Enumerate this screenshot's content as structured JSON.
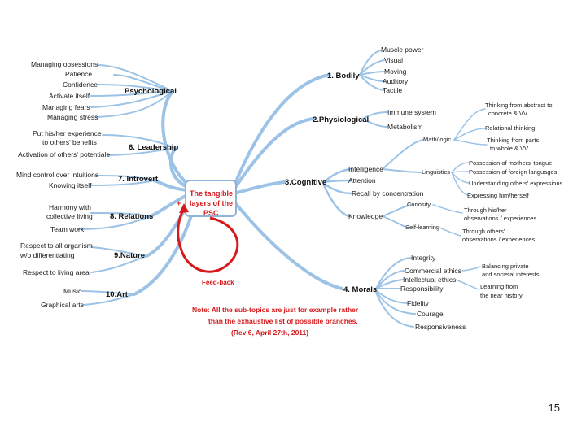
{
  "diagram": {
    "center": {
      "lines": [
        "The tangible",
        "layers of the",
        "PSC"
      ],
      "plus": "+"
    },
    "feedback": "Feed-back",
    "note": [
      "Note: All the sub-topics are just for example rather",
      "than the exhaustive list of possible branches.",
      "(Rev 6, April 27th, 2011)"
    ],
    "left": {
      "psychological": {
        "label": "Psychological",
        "items": [
          "Managing obsessions",
          "Patience",
          "Confidence",
          "Activate itself",
          "Managing fears",
          "Managing stress"
        ]
      },
      "leadership": {
        "label": "6. Leadership",
        "items": [
          "Put his/her experience",
          "to others' benefits",
          "Activation of others' potentiale"
        ]
      },
      "introvert": {
        "label": "7. Introvert",
        "items": [
          "Mind control over intuitions",
          "Knowing itself"
        ]
      },
      "relations": {
        "label": "8. Relations",
        "items": [
          "Harmony with",
          "collective living",
          "Team work"
        ]
      },
      "nature": {
        "label": "9.Nature",
        "items": [
          "Respect to all organism",
          "w/o differentiating",
          "Respect to living area"
        ]
      },
      "art": {
        "label": "10.Art",
        "items": [
          "Music",
          "Graphical arts"
        ]
      }
    },
    "right": {
      "bodily": {
        "label": "1. Bodily",
        "items": [
          "Muscle power",
          "Visual",
          "Moving",
          "Auditory",
          "Tactile"
        ]
      },
      "physiological": {
        "label": "2.Physiological",
        "items": [
          "Immune system",
          "Metabolism"
        ]
      },
      "cognitive": {
        "label": "3.Cognitive",
        "items": [
          "Intelligence",
          "Attention",
          "Recall by concentration",
          "Knowledge"
        ],
        "mathlogic": {
          "label": "Math/logic",
          "items": [
            "Thinking from abstract to",
            "concrete & VV",
            "Relational thinking",
            "Thinking from parts",
            "to whole & VV"
          ]
        },
        "linguistics": {
          "label": "Linguistics",
          "items": [
            "Possession of mothers' tongue",
            "Possession of foreign languages",
            "Understanding others' expressions",
            "Expressing him/herself"
          ]
        },
        "curiosity": {
          "label": "Curiosity",
          "items": [
            "Through his/her",
            "observations / experiences"
          ]
        },
        "selflearning": {
          "label": "Self-learning",
          "items": [
            "Through others'",
            "observations / experiences"
          ]
        }
      },
      "morals": {
        "label": "4. Morals",
        "items": [
          "Integrity",
          "Commercial ethics",
          "Intellectual ethics",
          "Responsibility",
          "Fidelity",
          "Courage",
          "Responsiveness"
        ],
        "sub": [
          "Balancing private",
          "and societal interests",
          "Learning from",
          "the near history"
        ]
      }
    }
  },
  "page": {
    "number": "15"
  },
  "colors": {
    "branch": "#9cc3e6",
    "accent": "#d7191c",
    "center_fill": "#ffffff"
  }
}
